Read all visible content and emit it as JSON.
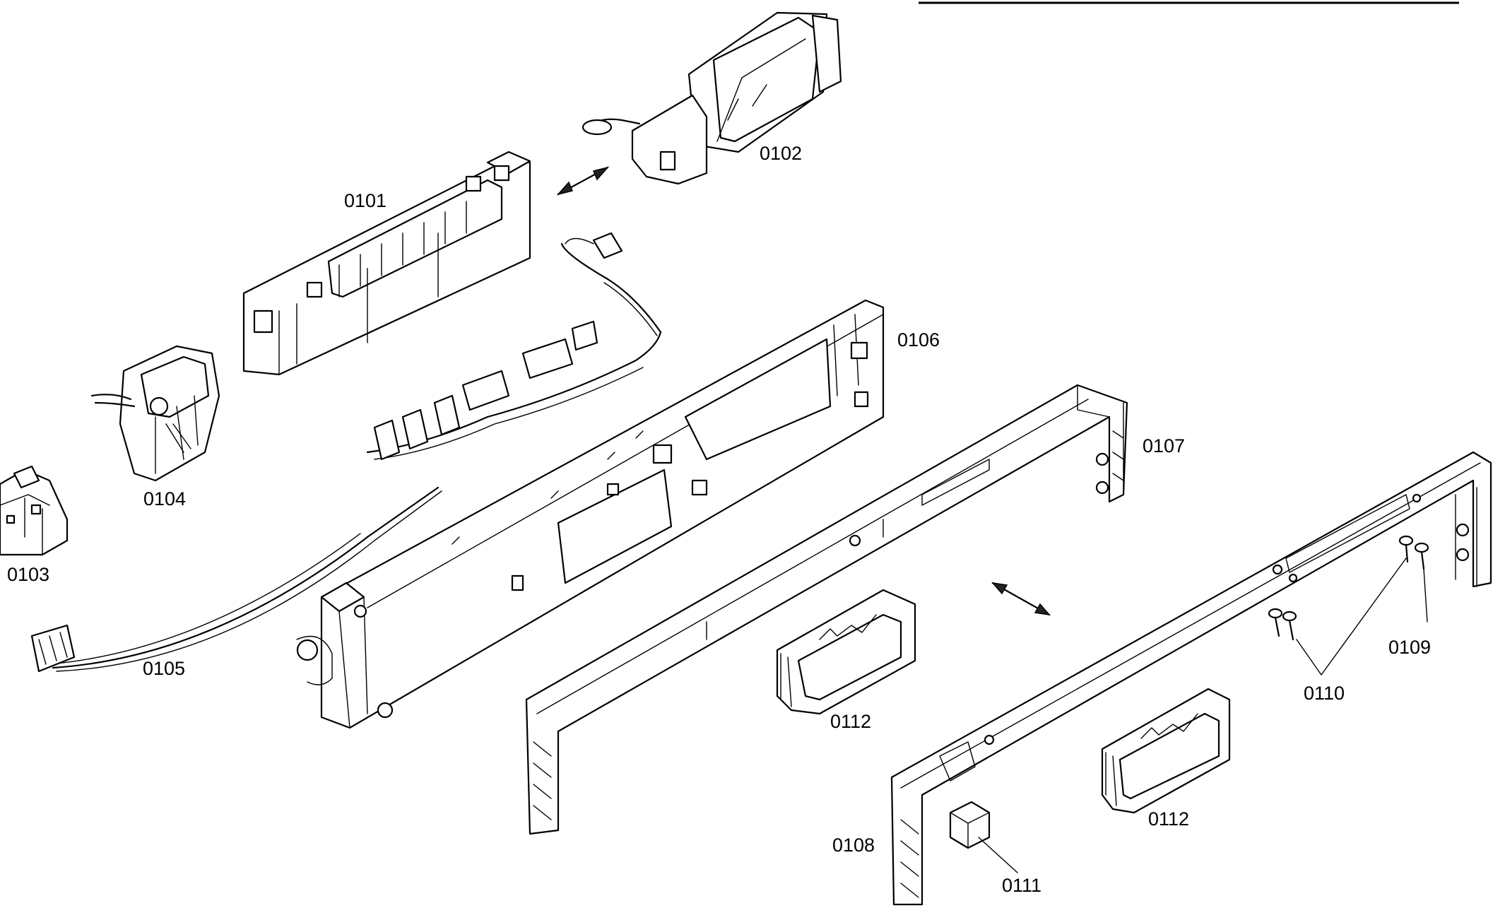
{
  "colors": {
    "line": "#000000",
    "background": "#ffffff"
  },
  "labels": {
    "p0101": "0101",
    "p0102": "0102",
    "p0103": "0103",
    "p0104": "0104",
    "p0105": "0105",
    "p0106": "0106",
    "p0107": "0107",
    "p0108": "0108",
    "p0109": "0109",
    "p0110": "0110",
    "p0111": "0111",
    "p0112a": "0112",
    "p0112b": "0112"
  }
}
